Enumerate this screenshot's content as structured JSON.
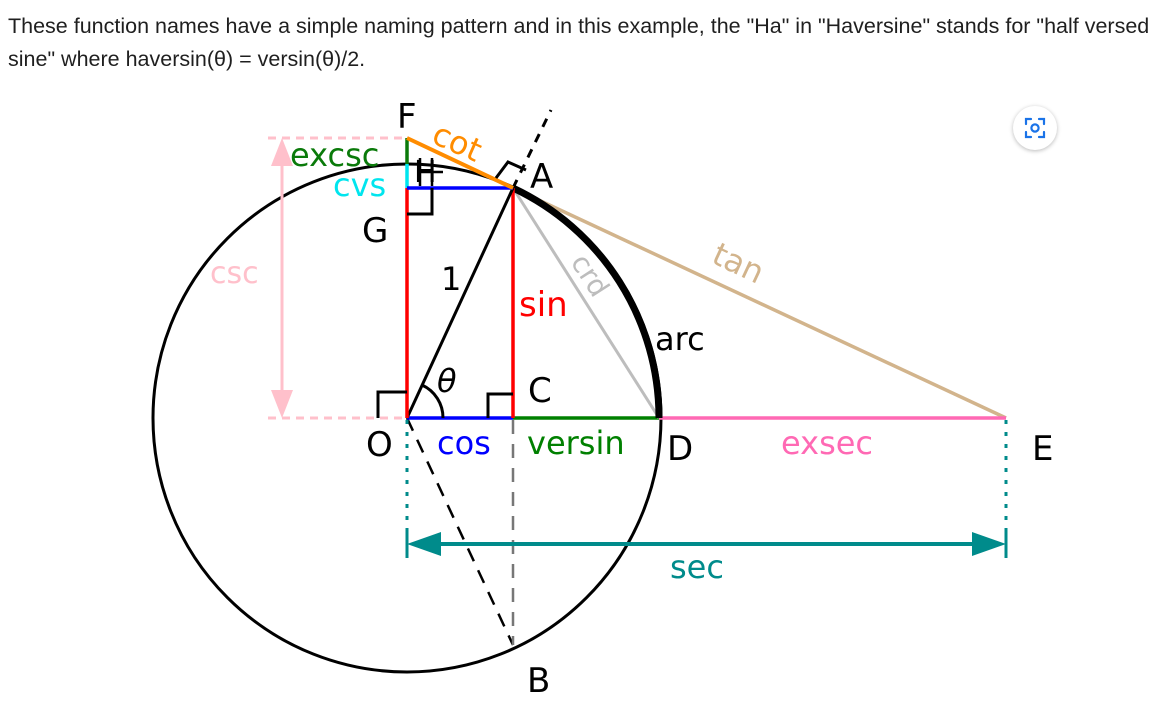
{
  "intro": {
    "text": "These function names have a simple naming pattern and in this example, the \"Ha\" in \"Haversine\" stands for \"half versed sine\" where haversin(θ) = versin(θ)/2."
  },
  "diagram": {
    "points": {
      "F": "F",
      "A": "A",
      "G": "G",
      "H": "H",
      "O": "O",
      "C": "C",
      "D": "D",
      "E": "E",
      "B": "B"
    },
    "labels": {
      "excsc": "excsc",
      "cot": "cot",
      "cvs": "cvs",
      "csc": "csc",
      "one": "1",
      "sin": "sin",
      "crd": "crd",
      "tan": "tan",
      "arc": "arc",
      "theta": "θ",
      "cos": "cos",
      "versin": "versin",
      "exsec": "exsec",
      "sec": "sec"
    },
    "colors": {
      "excsc": "#0a7a0a",
      "cot": "#ff8c00",
      "cvs": "#00e5ee",
      "csc": "#ffc0cb",
      "sin": "#ff0000",
      "cos": "#0000ff",
      "versin": "#008000",
      "exsec": "#ff69b4",
      "sec": "#008b8b",
      "tan": "#d2b48c",
      "crd": "#bdbdbd",
      "arc": "#000000"
    }
  },
  "toolbar": {
    "lens_icon": "visual-search-icon"
  }
}
